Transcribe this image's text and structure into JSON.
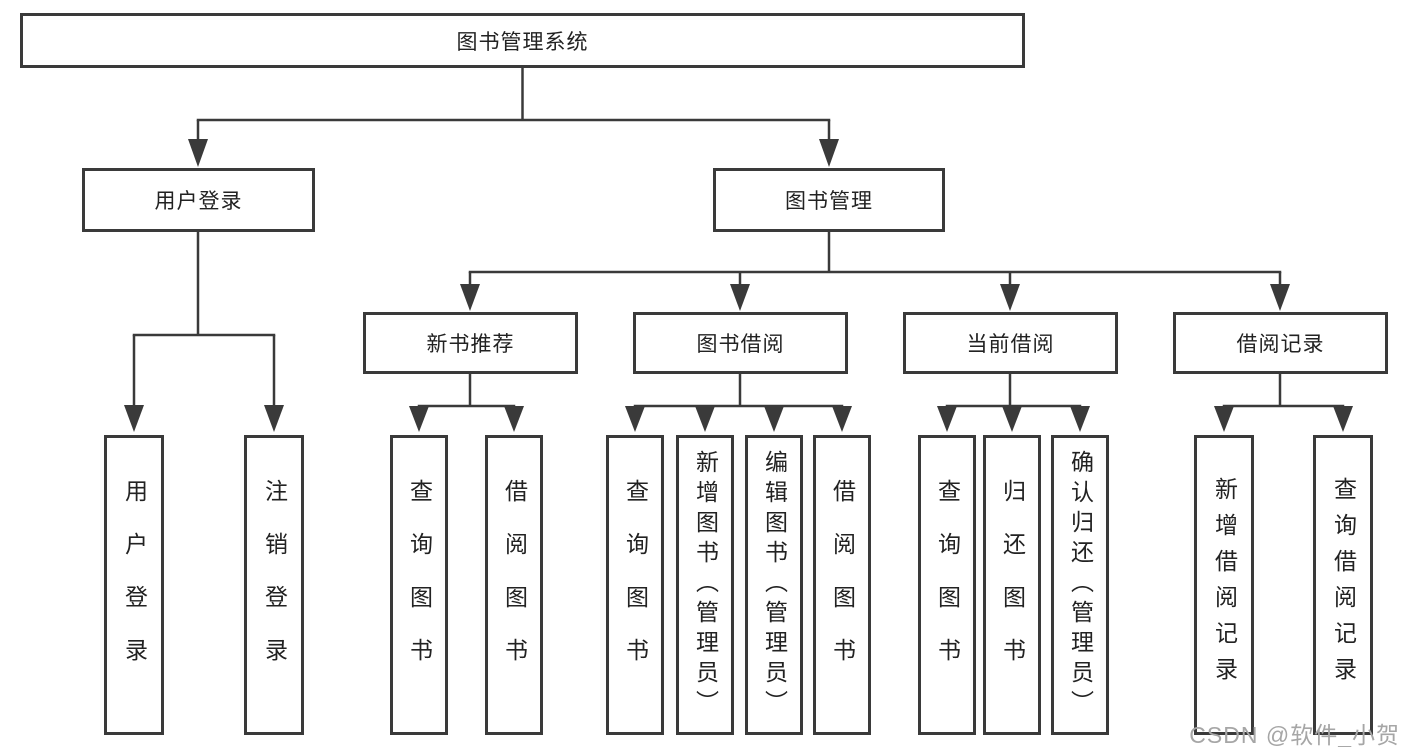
{
  "tree": {
    "root": {
      "label": "图书管理系统"
    },
    "branches": [
      {
        "label": "用户登录"
      },
      {
        "label": "图书管理"
      }
    ],
    "sections": [
      {
        "label": "新书推荐",
        "parent": "图书管理"
      },
      {
        "label": "图书借阅",
        "parent": "图书管理"
      },
      {
        "label": "当前借阅",
        "parent": "图书管理"
      },
      {
        "label": "借阅记录",
        "parent": "图书管理"
      }
    ],
    "leaves": [
      {
        "label": "用户登录",
        "parent": "用户登录"
      },
      {
        "label": "注销登录",
        "parent": "用户登录"
      },
      {
        "label": "查询图书",
        "parent": "新书推荐"
      },
      {
        "label": "借阅图书",
        "parent": "新书推荐"
      },
      {
        "label": "查询图书",
        "parent": "图书借阅"
      },
      {
        "label": "新增图书（管理员）",
        "parent": "图书借阅"
      },
      {
        "label": "编辑图书（管理员）",
        "parent": "图书借阅"
      },
      {
        "label": "借阅图书",
        "parent": "图书借阅"
      },
      {
        "label": "查询图书",
        "parent": "当前借阅"
      },
      {
        "label": "归还图书",
        "parent": "当前借阅"
      },
      {
        "label": "确认归还（管理员）",
        "parent": "当前借阅"
      },
      {
        "label": "新增借阅记录",
        "parent": "借阅记录"
      },
      {
        "label": "查询借阅记录",
        "parent": "借阅记录"
      }
    ]
  },
  "watermark": "CSDN @软件_小贺同学",
  "colors": {
    "line": "#3a3a3a",
    "border": "#3a3a3a",
    "text": "#222222",
    "watermark": "#a6a6a6",
    "background": "#ffffff"
  }
}
